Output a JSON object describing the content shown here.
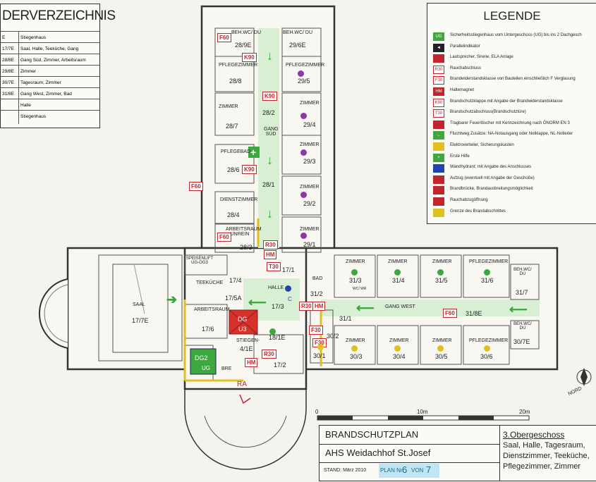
{
  "index": {
    "title": "DERVERZEICHNIS",
    "rows": [
      {
        "num": "E",
        "name": "Stiegenhaus"
      },
      {
        "num": "17/7E",
        "name": "Saal, Halle, Teeküche, Gang"
      },
      {
        "num": "28/8E",
        "name": "Gang Süd, Zimmer, Arbeitsraum"
      },
      {
        "num": "29/8E",
        "name": "Zimmer"
      },
      {
        "num": "30/7E",
        "name": "Tagesraum, Zimmer"
      },
      {
        "num": "31/8E",
        "name": "Gang West, Zimmer, Bad"
      },
      {
        "num": "",
        "name": "Halle"
      },
      {
        "num": "",
        "name": "Stiegenhaus"
      }
    ]
  },
  "legend": {
    "title": "LEGENDE",
    "items": [
      {
        "sym": "UG",
        "text": "Sicherheitsstiegenhaus vom Untergeschoss (UG) bis ins 2 Dachgesch",
        "color": "#3da83d"
      },
      {
        "sym": "◄",
        "text": "Parallelindikator",
        "color": "#222222"
      },
      {
        "sym": "",
        "text": "Lautsprecher, Sirene, ELA Anlage",
        "color": "#c0262c"
      },
      {
        "sym": "R30",
        "text": "Rauchabschluss",
        "color": "#c0262c"
      },
      {
        "sym": "F30",
        "text": "Brandwiderstandsklasse von Bauteilen einschließlich F Verglasung",
        "color": "#c0262c"
      },
      {
        "sym": "HM",
        "text": "Haltemagnet",
        "color": "#c0262c"
      },
      {
        "sym": "K90",
        "text": "Brandschutzklappe mit Angabe der Brandwiderstandsklasse",
        "color": "#c0262c"
      },
      {
        "sym": "T30",
        "text": "Brandschutzabschluss(Brandschutztüre)",
        "color": "#c0262c"
      },
      {
        "sym": "",
        "text": "Tragbarer Feuerlöscher mit Kennzeichnung nach ÖNORM EN 3",
        "color": "#c0262c"
      },
      {
        "sym": "←",
        "text": "Fluchtweg Zusätze: NA-Notausgang oder Notklappe, NL-Notleiter",
        "color": "#3da83d"
      },
      {
        "sym": "",
        "text": "Elektroverteiler, Sicherungskasten",
        "color": "#e0c020"
      },
      {
        "sym": "+",
        "text": "Erste Hilfe",
        "color": "#3da83d"
      },
      {
        "sym": "",
        "text": "Wandhydrant; mit Angabe des Anschlusses",
        "color": "#2244aa"
      },
      {
        "sym": "",
        "text": "Aufzug (eventuell mit Angabe der Geschoße)",
        "color": "#c0262c"
      },
      {
        "sym": "",
        "text": "Brandbrücke, Brandausbreitungsmöglichkeit",
        "color": "#c0262c"
      },
      {
        "sym": "",
        "text": "Rauchabzugöffnung",
        "color": "#c0262c"
      },
      {
        "sym": "",
        "text": "Grenze des Brandabschnittes",
        "color": "#e0c020"
      }
    ]
  },
  "scale": {
    "zero": "0",
    "mid": "10m",
    "max": "20m"
  },
  "north": "NORD",
  "titleblock": {
    "plan_title": "BRANDSCHUTZPLAN",
    "school": "AHS  Weidachhof St.Josef",
    "stand": "STAND: März 2010",
    "plan_label": "PLAN Nr.",
    "plan_num": "6",
    "von": "VON",
    "plan_total": "7",
    "floor": "3.Obergeschoss",
    "floor_desc1": "Saal, Halle, Tagesraum,",
    "floor_desc2": "Dienstzimmer, Teeküche,",
    "floor_desc3": "Pflegezimmer, Zimmer"
  },
  "tags": {
    "f60a": "F60",
    "k90a": "K90",
    "k90b": "K90",
    "k90c": "K90",
    "f60b": "F60",
    "f60c": "F60",
    "r30a": "R30",
    "hm": "HM",
    "t30": "T30",
    "r30b": "R30",
    "hm2": "HM",
    "f30": "F30",
    "f60d": "F60",
    "r30c": "R30",
    "hm3": "HM",
    "f30b": "F30"
  },
  "rooms": {
    "wc1": {
      "name": "BEH.WC/ DU",
      "num": "28/9E"
    },
    "wc2": {
      "name": "BEH.WC/ DU",
      "num": "29/6E"
    },
    "pz1": {
      "name": "PFLEGEZIMMER",
      "num": "28/8"
    },
    "pz2": {
      "name": "PFLEGEZIMMER",
      "num": "29/5"
    },
    "z1": {
      "name": "ZIMMER",
      "num": "28/7"
    },
    "z2": {
      "name": "ZIMMER",
      "num": "29/4"
    },
    "gangsued": {
      "name": "GANG SÜD",
      "num": "28/2"
    },
    "pb": {
      "name": "PFLEGEBAD",
      "num": "28/6"
    },
    "z3": {
      "name": "ZIMMER",
      "num": "29/3"
    },
    "gs1": {
      "num": "28/1"
    },
    "dz": {
      "name": "DIENSTZIMMER",
      "num": "28/4"
    },
    "z4": {
      "name": "ZIMMER",
      "num": "29/2"
    },
    "ar": {
      "name": "ARBEITSRAUM UNREIN",
      "num": "28/3"
    },
    "z5": {
      "name": "ZIMMER",
      "num": "29/1"
    },
    "saal": {
      "name": "SAAL",
      "num": "17/7E"
    },
    "speise": {
      "name": "SPEISENLIFT UG-OG3"
    },
    "tk": {
      "name": "TEEKÜCHE",
      "num": "17/4"
    },
    "halle": {
      "name": "HALLE",
      "num": "17/3"
    },
    "h1": {
      "num": "17/5A"
    },
    "h2": {
      "num": "17/1"
    },
    "ar2": {
      "name": "ARBEITSRAUM",
      "num": "17/6"
    },
    "dg3": {
      "name": "DG",
      "num": "U3"
    },
    "stg": {
      "name": "STIEGEN-",
      "num": "4/1E"
    },
    "e18": {
      "num": "18/1E"
    },
    "dg2": {
      "name": "DG2",
      "num": "UG"
    },
    "bre": {
      "name": "BRE"
    },
    "s172": {
      "num": "17/2"
    },
    "bad": {
      "name": "BAD",
      "num": "31/2"
    },
    "gangwest": {
      "name": "GANG WEST"
    },
    "g311": {
      "num": "31/1"
    },
    "g318": {
      "num": "31/8E"
    },
    "za3": {
      "name": "ZIMMER",
      "num": "31/3"
    },
    "za4": {
      "name": "ZIMMER",
      "num": "31/4"
    },
    "za5": {
      "name": "ZIMMER",
      "num": "31/5"
    },
    "pza6": {
      "name": "PFLEGEZIMMER",
      "num": "31/6"
    },
    "beh7": {
      "name": "BEH.WC/ DU",
      "num": "31/7"
    },
    "z302": {
      "num": "30/2"
    },
    "z301": {
      "num": "30/1"
    },
    "zb3": {
      "name": "ZIMMER",
      "num": "30/3"
    },
    "zb4": {
      "name": "ZIMMER",
      "num": "30/4"
    },
    "zb5": {
      "name": "ZIMMER",
      "num": "30/5"
    },
    "pzb6": {
      "name": "PFLEGEZIMMER",
      "num": "30/6"
    },
    "beh7e": {
      "name": "BEH.WC/ DU",
      "num": "30/7E"
    },
    "wcwr": "WC/ WR",
    "c": "C",
    "ra": "RA"
  }
}
